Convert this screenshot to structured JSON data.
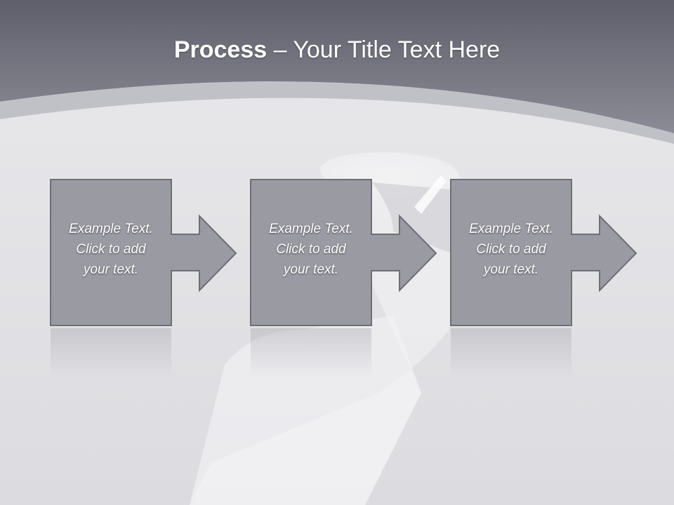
{
  "slide": {
    "title_strong": "Process",
    "title_rest": " – Your Title Text Here"
  },
  "steps": [
    {
      "lines": [
        "Example Text.",
        "Click  to add",
        "your text."
      ]
    },
    {
      "lines": [
        "Example Text.",
        "Click  to add",
        "your text."
      ]
    },
    {
      "lines": [
        "Example Text.",
        "Click  to add",
        "your text."
      ]
    }
  ],
  "colors": {
    "header": "#7e7e89",
    "background": "#e3e3e6",
    "shape_fill": "#9a9aa3",
    "shape_border": "#6e6e76"
  }
}
